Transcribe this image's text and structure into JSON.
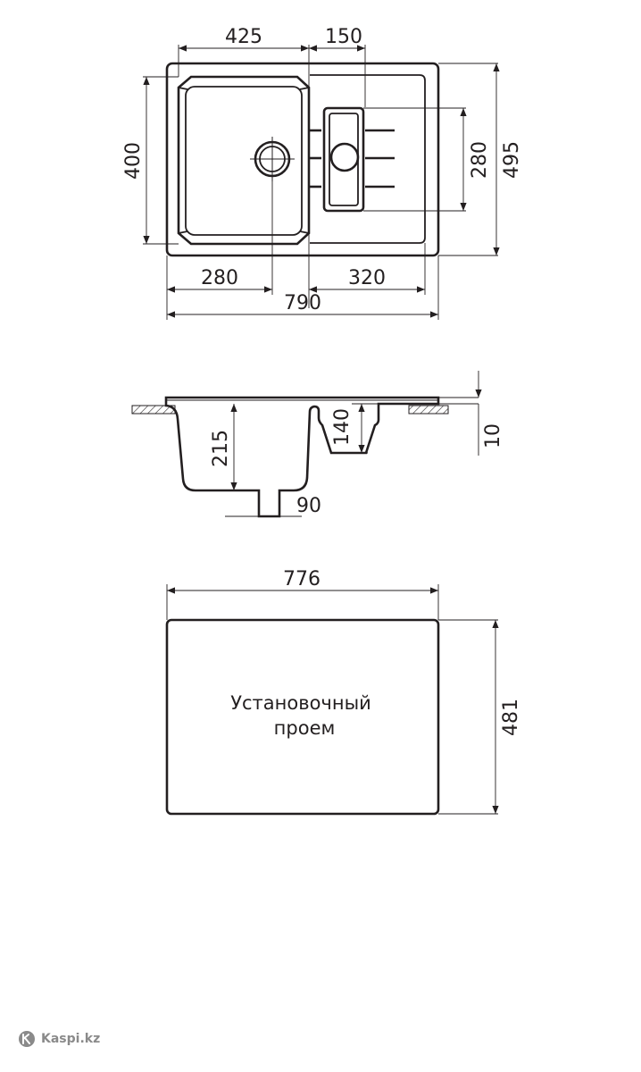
{
  "top_view": {
    "dims": {
      "bowl_width": "425",
      "drainer_width": "150",
      "bowl_height": "400",
      "drainer_height": "280",
      "total_height": "495",
      "left_offset": "280",
      "right_offset": "320",
      "total_width": "790"
    }
  },
  "side_view": {
    "dims": {
      "bowl_depth": "215",
      "drainer_depth": "140",
      "rim_thickness": "10",
      "drain_diameter": "90"
    }
  },
  "cutout": {
    "width": "776",
    "height": "481",
    "label_line1": "Установочный",
    "label_line2": "проем"
  },
  "watermark": {
    "brand": "Kaspi.kz",
    "color": "#8a8a8a"
  }
}
